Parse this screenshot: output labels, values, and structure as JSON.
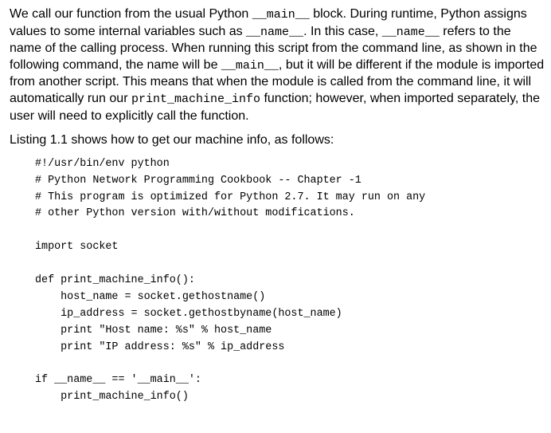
{
  "paragraph1": {
    "s1": "We call our function from the usual Python ",
    "c1": "__main__",
    "s2": " block. During runtime, Python assigns values to some internal variables such as ",
    "c2": "__name__",
    "s3": ". In this case, ",
    "c3": "__name__",
    "s4": " refers to the name of the calling process. When running this script from the command line, as shown in the following command, the name will be ",
    "c4": "__main__",
    "s5": ", but it will be different if the module is imported from another script. This means that when the module is called from the command line, it will automatically run our ",
    "c5": "print_machine_info",
    "s6": " function; however, when imported separately, the user will need to explicitly call the function."
  },
  "paragraph2": "Listing 1.1 shows how to get our machine info, as follows:",
  "listing": [
    "#!/usr/bin/env python",
    "# Python Network Programming Cookbook -- Chapter -1",
    "# This program is optimized for Python 2.7. It may run on any",
    "# other Python version with/without modifications.",
    "",
    "import socket",
    "",
    "def print_machine_info():",
    "    host_name = socket.gethostname()",
    "    ip_address = socket.gethostbyname(host_name)",
    "    print \"Host name: %s\" % host_name",
    "    print \"IP address: %s\" % ip_address",
    "",
    "if __name__ == '__main__':",
    "    print_machine_info()"
  ]
}
